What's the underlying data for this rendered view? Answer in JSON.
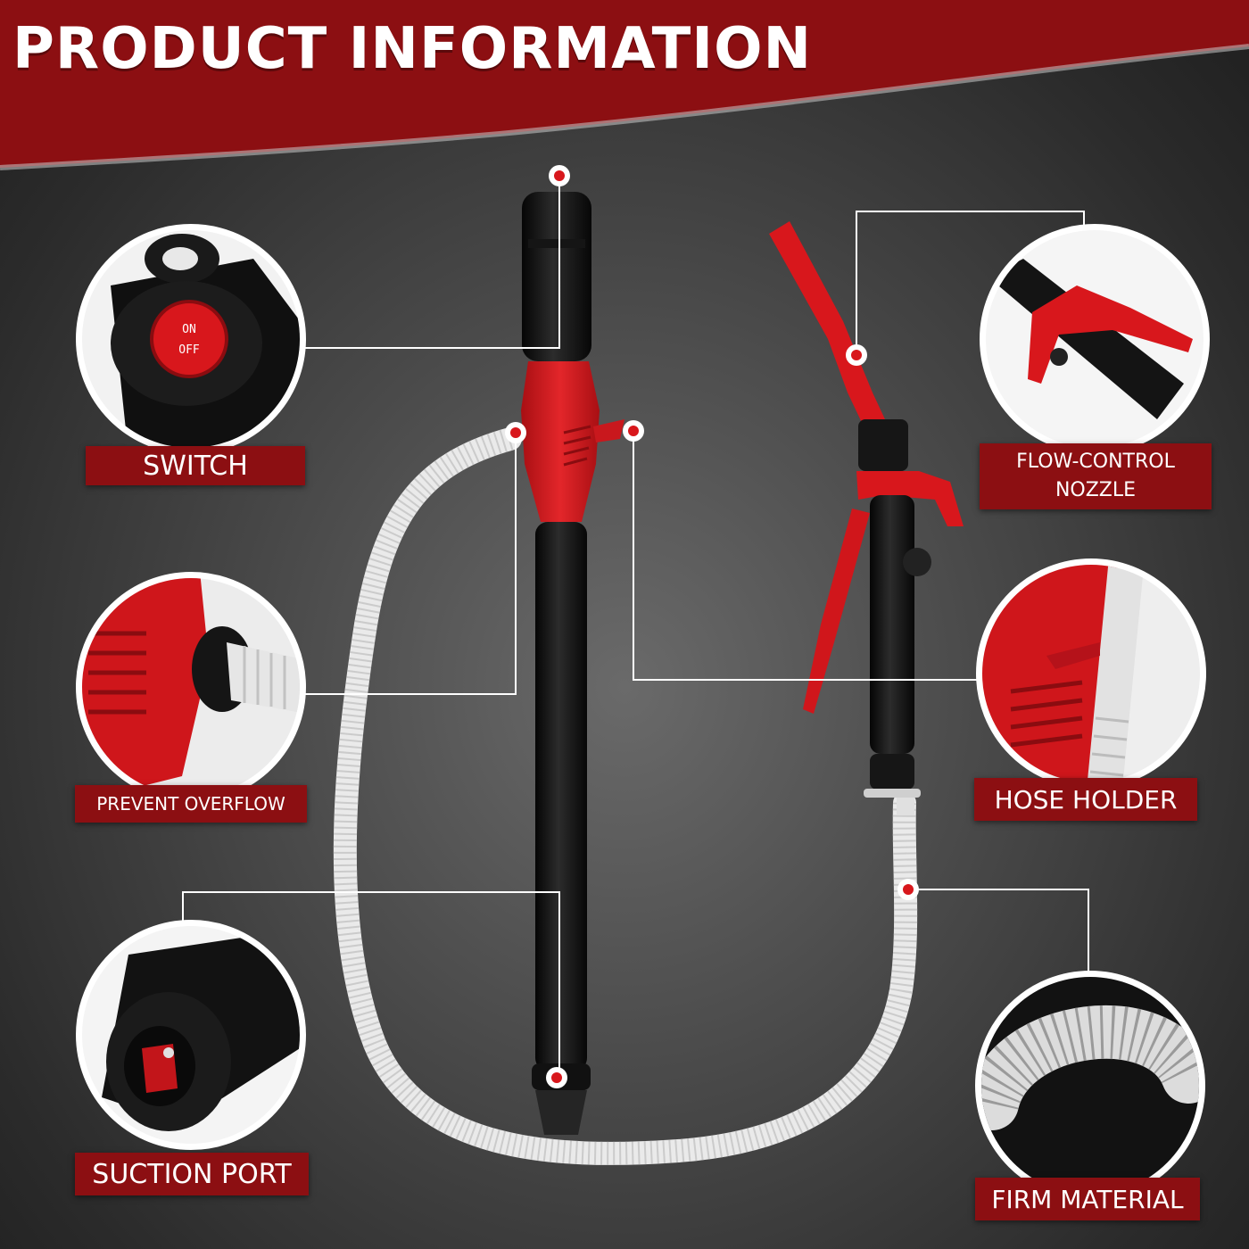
{
  "title": "PRODUCT INFORMATION",
  "colors": {
    "brand_red": "#8c0f12",
    "pump_red": "#d8171c",
    "white": "#ffffff"
  },
  "labels": {
    "switch": "SWITCH",
    "prevent_overflow": "PREVENT OVERFLOW",
    "suction_port": "SUCTION PORT",
    "flow_control_line1": "FLOW-CONTROL",
    "flow_control_line2": "NOZZLE",
    "hose_holder": "HOSE HOLDER",
    "firm_material": "FIRM MATERIAL"
  },
  "switch_button": {
    "on": "ON",
    "off": "OFF"
  }
}
